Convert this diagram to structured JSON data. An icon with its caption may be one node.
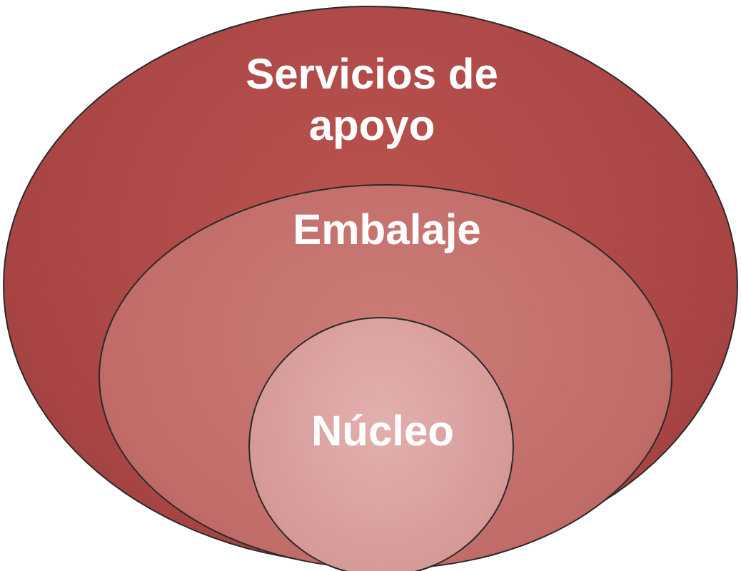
{
  "diagram": {
    "nodes": [
      {
        "text": [
          "Servicios de apoyo"
        ]
      },
      {
        "text": [
          "Embalaje"
        ],
        "in": 0
      },
      {
        "text": [
          "Núcleo"
        ],
        "in": 1
      }
    ]
  }
}
